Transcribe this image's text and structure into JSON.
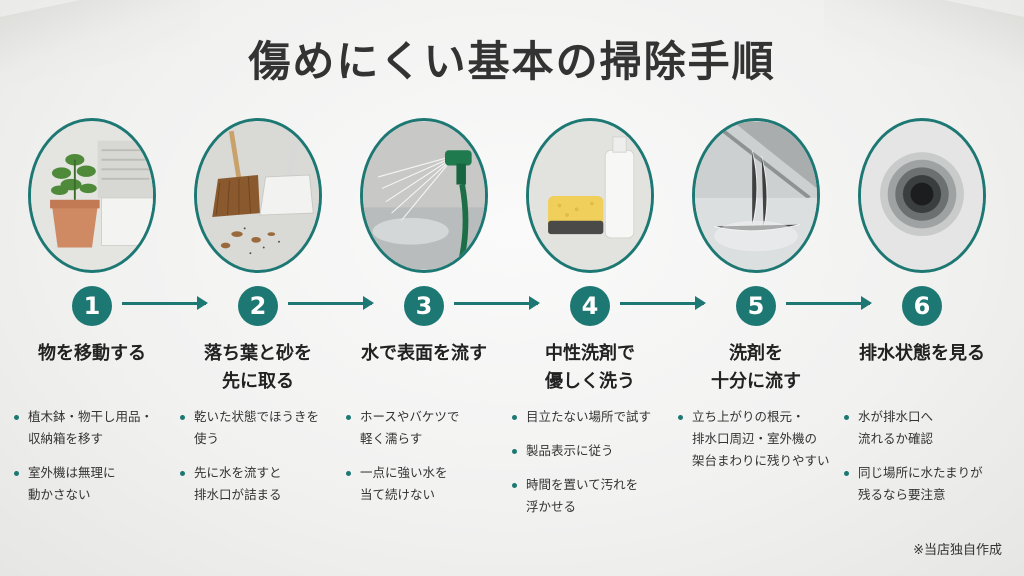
{
  "title": "傷めにくい基本の掃除手順",
  "accent_color": "#1d7873",
  "steps": [
    {
      "number": "1",
      "title": "物を移動する",
      "icon": "potted-plant-icon",
      "bullets": [
        "植木鉢・物干し用品・\n収納箱を移す",
        "室外機は無理に\n動かさない"
      ]
    },
    {
      "number": "2",
      "title": "落ち葉と砂を\n先に取る",
      "icon": "broom-dustpan-icon",
      "bullets": [
        "乾いた状態でほうきを\n使う",
        "先に水を流すと\n排水口が詰まる"
      ]
    },
    {
      "number": "3",
      "title": "水で表面を流す",
      "icon": "hose-nozzle-icon",
      "bullets": [
        "ホースやバケツで\n軽く濡らす",
        "一点に強い水を\n当て続けない"
      ]
    },
    {
      "number": "4",
      "title": "中性洗剤で\n優しく洗う",
      "icon": "sponge-detergent-icon",
      "bullets": [
        "目立たない場所で試す",
        "製品表示に従う",
        "時間を置いて汚れを\n浮かせる"
      ]
    },
    {
      "number": "5",
      "title": "洗剤を\n十分に流す",
      "icon": "rinse-water-icon",
      "bullets": [
        "立ち上がりの根元・\n排水口周辺・室外機の\n架台まわりに残りやすい"
      ]
    },
    {
      "number": "6",
      "title": "排水状態を見る",
      "icon": "drain-icon",
      "bullets": [
        "水が排水口へ\n流れるか確認",
        "同じ場所に水たまりが\n残るなら要注意"
      ]
    }
  ],
  "note": "※当店独自作成"
}
